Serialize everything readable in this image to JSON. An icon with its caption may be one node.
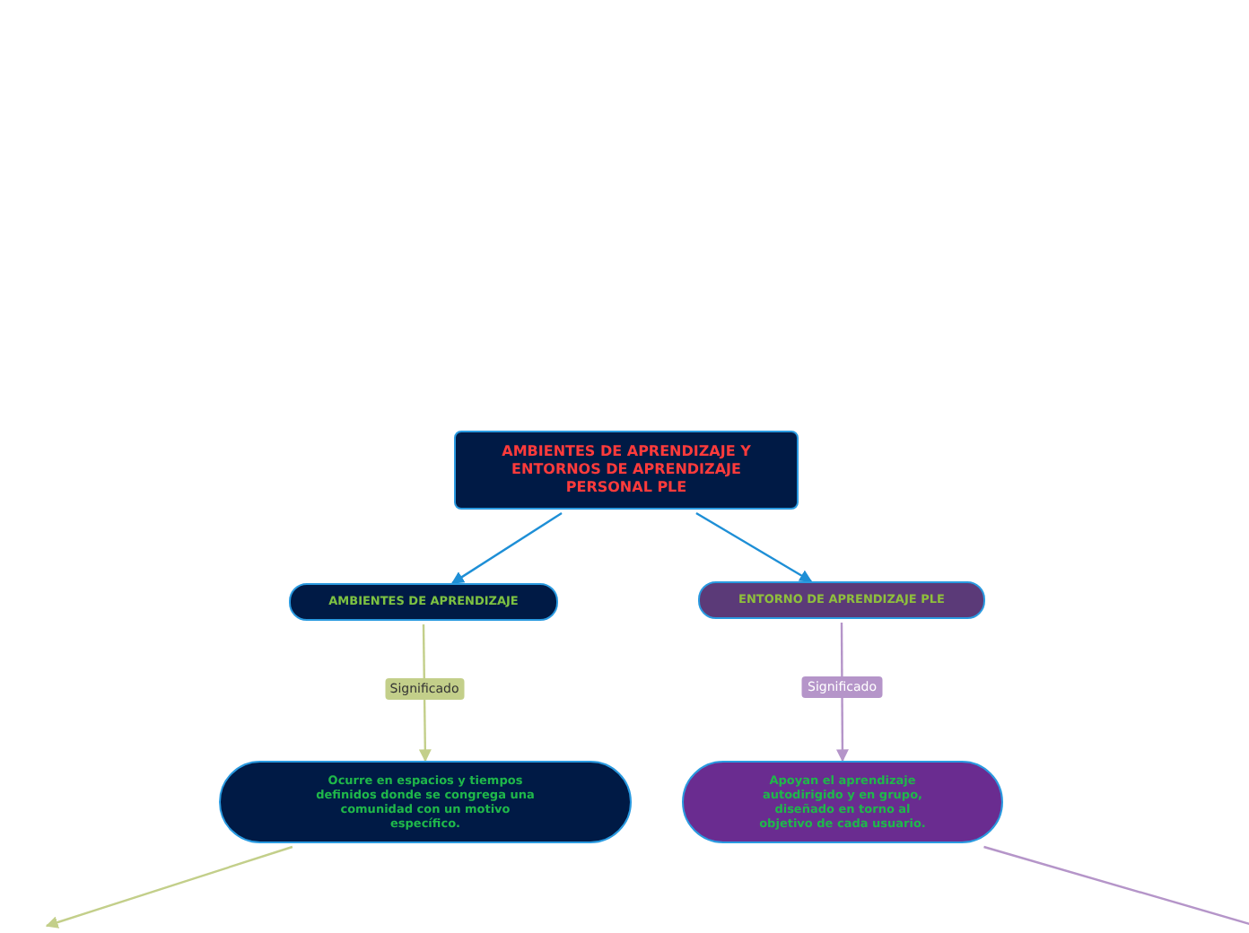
{
  "diagram": {
    "nodes": [
      {
        "text": [
          "AMBIENTES DE APRENDIZAJE Y ENTORNOS DE APRENDIZAJE PERSONAL PLE"
        ]
      },
      {
        "text": [
          "AMBIENTES DE APRENDIZAJE"
        ]
      },
      {
        "text": [
          "ENTORNO DE APRENDIZAJE PLE"
        ]
      },
      {
        "text": [
          "Ocurre en espacios y tiempos definidos donde se congrega una comunidad con un motivo específico."
        ]
      },
      {
        "text": [
          "Apoyan el aprendizaje autodirigido y en grupo, diseñado en torno al objetivo de cada usuario."
        ]
      }
    ],
    "edges": [
      {
        "from": 0,
        "to": 1,
        "arrow": "to",
        "color": "#1e8fd6"
      },
      {
        "from": 0,
        "to": 2,
        "arrow": "to",
        "color": "#1e8fd6"
      },
      {
        "from": 1,
        "to": 3,
        "arrow": "to",
        "label": "Significado",
        "color": "#c3cf8a"
      },
      {
        "from": 2,
        "to": 4,
        "arrow": "to",
        "label": "Significado",
        "color": "#b595c9"
      },
      {
        "from": 3,
        "to": null,
        "arrow": "to",
        "color": "#c3cf8a"
      },
      {
        "from": 4,
        "to": null,
        "arrow": "none",
        "color": "#b595c9"
      }
    ]
  }
}
